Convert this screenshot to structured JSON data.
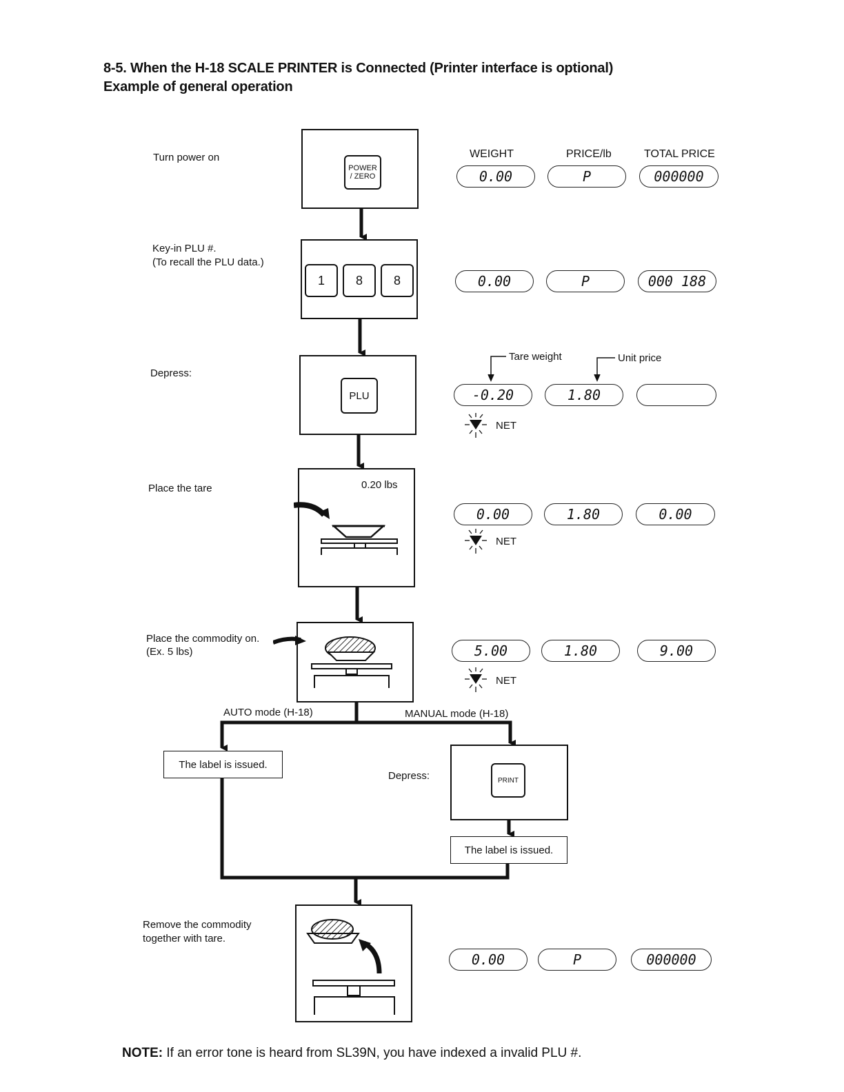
{
  "heading": {
    "line1": "8-5.  When the H-18 SCALE PRINTER is Connected (Printer interface is optional)",
    "line2": "Example of general operation"
  },
  "columns": {
    "weight": "WEIGHT",
    "price": "PRICE/lb",
    "total": "TOTAL PRICE"
  },
  "steps": {
    "power": {
      "label": "Turn power on",
      "key": "POWER\n/ ZERO",
      "display": {
        "weight": "0.00",
        "price": "P",
        "total": "000000"
      }
    },
    "plu_entry": {
      "label1": "Key-in PLU #.",
      "label2": "(To recall the PLU data.)",
      "keys": [
        "1",
        "8",
        "8"
      ],
      "display": {
        "weight": "0.00",
        "price": "P",
        "total": "000 188"
      }
    },
    "plu_key": {
      "label": "Depress:",
      "key": "PLU",
      "annotation_tare": "Tare weight",
      "annotation_unit": "Unit price",
      "display": {
        "weight": "-0.20",
        "price": "1.80",
        "total": ""
      },
      "indicator": "NET"
    },
    "tare": {
      "label": "Place the tare",
      "weight_note": "0.20 lbs",
      "display": {
        "weight": "0.00",
        "price": "1.80",
        "total": "0.00"
      },
      "indicator": "NET"
    },
    "commodity": {
      "label1": "Place the commodity on.",
      "label2": "(Ex. 5 lbs)",
      "display": {
        "weight": "5.00",
        "price": "1.80",
        "total": "9.00"
      },
      "indicator": "NET"
    },
    "auto": {
      "mode": "AUTO mode (H-18)",
      "result": "The label is issued."
    },
    "manual": {
      "mode": "MANUAL mode (H-18)",
      "label": "Depress:",
      "key": "PRINT",
      "result": "The label is issued."
    },
    "remove": {
      "label1": "Remove the commodity",
      "label2": "together with tare.",
      "display": {
        "weight": "0.00",
        "price": "P",
        "total": "000000"
      }
    }
  },
  "note": {
    "prefix": "NOTE:",
    "text": "If an error tone is heard from SL39N, you have indexed a invalid PLU #."
  }
}
